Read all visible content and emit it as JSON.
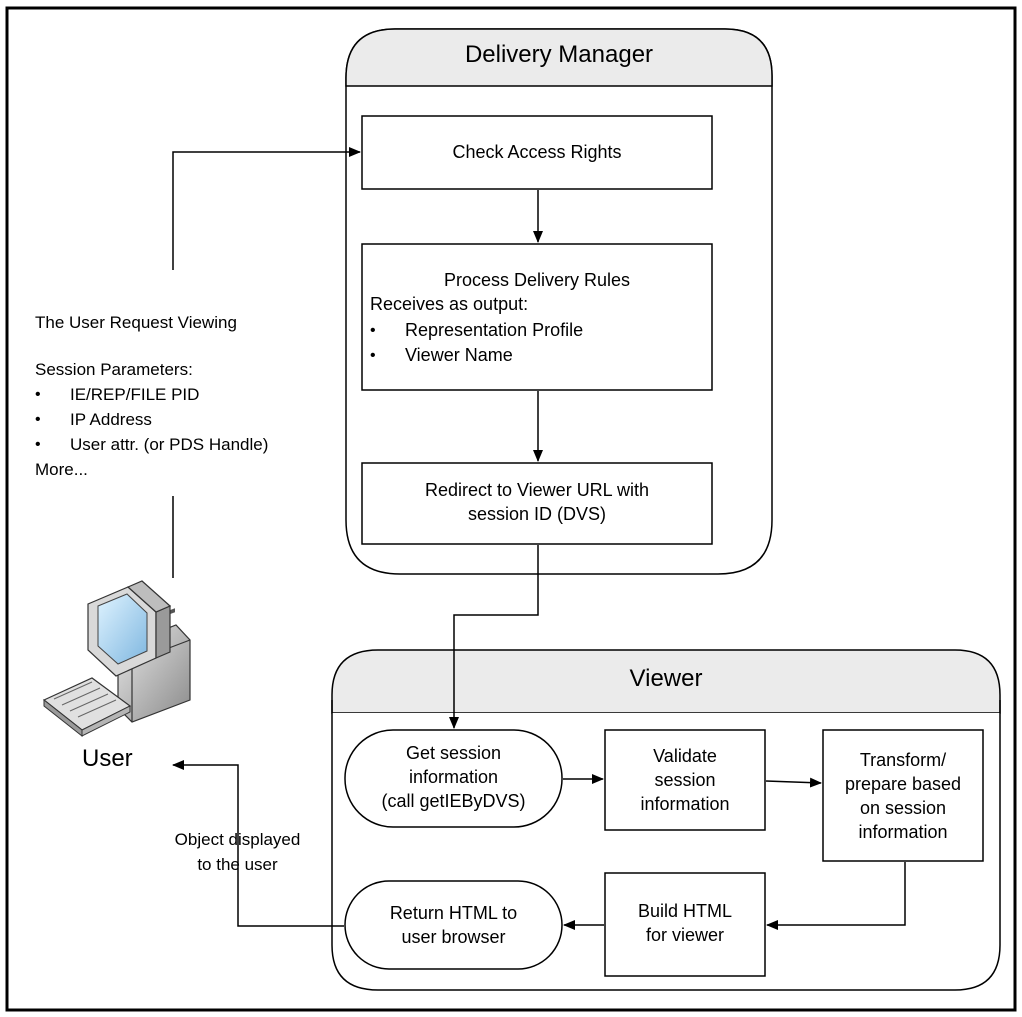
{
  "delivery_manager": {
    "title": "Delivery Manager",
    "steps": {
      "check_access": "Check Access Rights",
      "process_rules_title": "Process Delivery Rules",
      "process_rules_intro": "Receives as output:",
      "process_rules_items": [
        "Representation Profile",
        "Viewer Name"
      ],
      "redirect_line1": "Redirect to Viewer URL with",
      "redirect_line2": "session ID (DVS)"
    }
  },
  "viewer": {
    "title": "Viewer",
    "steps": {
      "get_session": [
        "Get session",
        "information",
        "(call getIEByDVS)"
      ],
      "validate": [
        "Validate",
        "session",
        "information"
      ],
      "transform": [
        "Transform/",
        "prepare based",
        "on session",
        "information"
      ],
      "build_html": [
        "Build HTML",
        "for viewer"
      ],
      "return_html": [
        "Return HTML to",
        "user browser"
      ]
    }
  },
  "user_request": {
    "title": "The User Request Viewing",
    "params_heading": "Session Parameters:",
    "params": [
      "IE/REP/FILE PID",
      "IP Address",
      "User attr. (or PDS Handle)"
    ],
    "more": "More..."
  },
  "user": {
    "label": "User",
    "icon": "desktop-computer-icon"
  },
  "object_displayed": [
    "Object displayed",
    "to the user"
  ]
}
